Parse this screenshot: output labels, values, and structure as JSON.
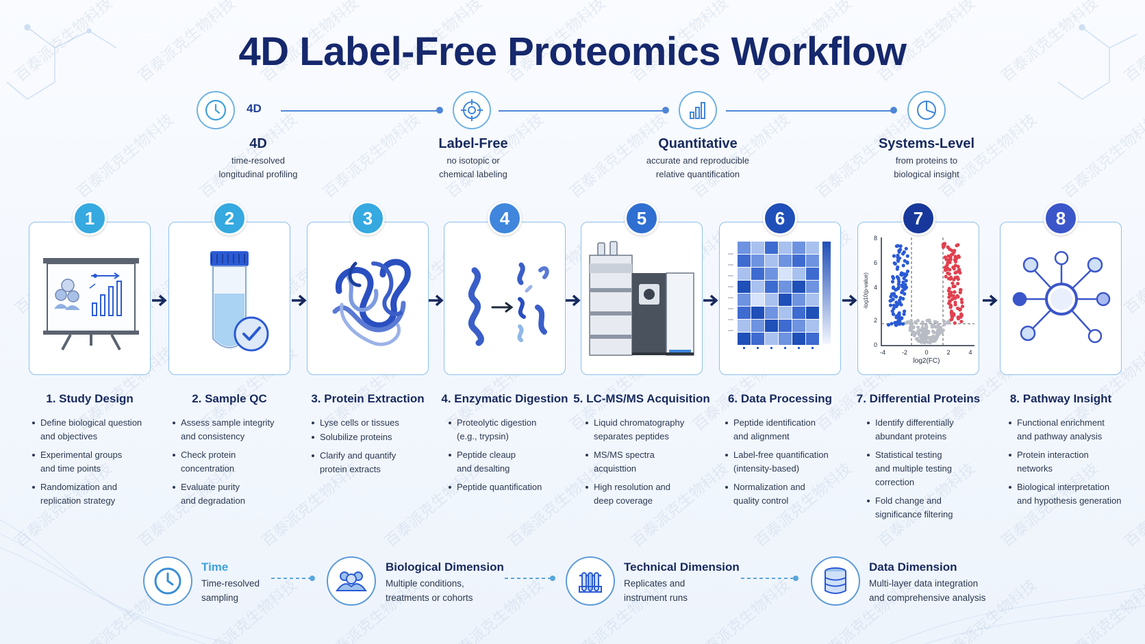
{
  "title": "4D Label-Free Proteomics Workflow",
  "features": [
    {
      "badge": "4D",
      "title": "4D",
      "desc_lines": [
        "time-resolved",
        "longitudinal profiling"
      ],
      "icon": "clock-icon"
    },
    {
      "title": "Label-Free",
      "desc_lines": [
        "no isotopic or",
        "chemical labeling"
      ],
      "icon": "target-icon"
    },
    {
      "title": "Quantitative",
      "desc_lines": [
        "accurate and reproducible",
        "relative quantification"
      ],
      "icon": "bar-chart-icon"
    },
    {
      "title": "Systems-Level",
      "desc_lines": [
        "from proteins to",
        "biological insight"
      ],
      "icon": "pie-chart-icon"
    }
  ],
  "steps": [
    {
      "num": "1",
      "title": "1. Study Design",
      "color": "#35a9e0",
      "bullets": [
        [
          "Define biological question",
          "and objectives"
        ],
        [
          "Experimental groups",
          "and time points"
        ],
        [
          "Randomization and",
          "replication strategy"
        ]
      ]
    },
    {
      "num": "2",
      "title": "2. Sample QC",
      "color": "#35a9e0",
      "bullets": [
        [
          "Assess sample integrity",
          "and consistency"
        ],
        [
          "Check protein",
          "concentration"
        ],
        [
          "Evaluate purity",
          "and degradation"
        ]
      ]
    },
    {
      "num": "3",
      "title": "3. Protein Extraction",
      "color": "#35a9e0",
      "bullets": [
        [
          "Lyse cells or tissues"
        ],
        [
          "Solubilize proteins"
        ],
        [
          "Clarify and quantify",
          "protein extracts"
        ]
      ]
    },
    {
      "num": "4",
      "title": "4. Enzymatic Digestion",
      "color": "#3f86dc",
      "bullets": [
        [
          "Proteolytic digestion",
          "(e.g., trypsin)"
        ],
        [
          "Peptide cleaup",
          "and desalting"
        ],
        [
          "Peptide quantification"
        ]
      ]
    },
    {
      "num": "5",
      "title": "5. LC-MS/MS Acquisition",
      "color": "#2f6fd1",
      "bullets": [
        [
          "Liquid chromatography",
          "separates peptides"
        ],
        [
          "MS/MS spectra",
          "acquisttion"
        ],
        [
          "High resolution and",
          "deep coverage"
        ]
      ]
    },
    {
      "num": "6",
      "title": "6. Data Processing",
      "color": "#1f4fb8",
      "bullets": [
        [
          "Peptide identification",
          "and alignment"
        ],
        [
          "Label-free quantification",
          "(intensity-based)"
        ],
        [
          "Normalization and",
          "quality control"
        ]
      ]
    },
    {
      "num": "7",
      "title": "7. Differential Proteins",
      "color": "#17389a",
      "bullets": [
        [
          "Identify differentially",
          "abundant proteins"
        ],
        [
          "Statistical testing",
          "and multiple testing",
          "correction"
        ],
        [
          "Fold change and",
          "significance filtering"
        ]
      ]
    },
    {
      "num": "8",
      "title": "8. Pathway Insight",
      "color": "#3b56c9",
      "bullets": [
        [
          "Functional enrichment",
          "and pathway analysis"
        ],
        [
          "Protein interaction",
          "networks"
        ],
        [
          "Biological interpretation",
          "and hypothesis generation"
        ]
      ]
    }
  ],
  "volcano": {
    "ylabel": "-log10(p-value)",
    "xlabel": "log2(FC)",
    "yticks": [
      "8",
      "6",
      "4",
      "2",
      "0"
    ],
    "xticks": [
      "-4",
      "-2",
      "0",
      "2",
      "4"
    ]
  },
  "dimensions": [
    {
      "title": "Time",
      "desc_lines": [
        "Time-resolved",
        "sampling"
      ],
      "icon": "clock-icon"
    },
    {
      "title": "Biological Dimension",
      "desc_lines": [
        "Multiple conditions,",
        "treatments or cohorts"
      ],
      "icon": "people-group-icon"
    },
    {
      "title": "Technical Dimension",
      "desc_lines": [
        "Replicates and",
        "instrument runs"
      ],
      "icon": "test-tubes-icon"
    },
    {
      "title": "Data Dimension",
      "desc_lines": [
        "Multi-layer data integration",
        "and comprehensive analysis"
      ],
      "icon": "database-icon"
    }
  ],
  "watermark": "百泰派克生物科技",
  "colors": {
    "navy": "#16286c",
    "accent": "#4f86d8",
    "card_border": "#8cc0ec",
    "up": "#e0414f",
    "down": "#2a5ad4"
  }
}
